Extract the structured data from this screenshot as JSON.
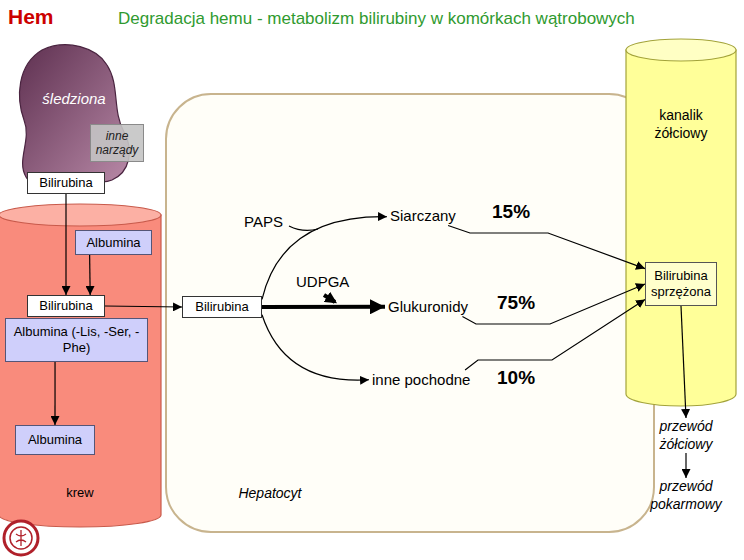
{
  "diagram": {
    "title": "Degradacja hemu - metabolizm bilirubiny w komórkach wątrobowych",
    "nodes": [
      {
        "text": [
          "śledziona"
        ]
      },
      {
        "text": [
          "inne narządy"
        ],
        "in": 0
      },
      {
        "text": [
          "Bilirubina"
        ]
      },
      {
        "text": [
          "krew"
        ]
      },
      {
        "text": [
          "Albumina"
        ],
        "in": 3
      },
      {
        "text": [
          "Bilirubina"
        ],
        "in": 3
      },
      {
        "text": [
          "Albumina (-Lis, -Ser, -Phe)"
        ],
        "in": 3
      },
      {
        "text": [
          "Albumina"
        ],
        "in": 3
      },
      {
        "text": [
          "Hepatocyt"
        ]
      },
      {
        "text": [
          "Bilirubina"
        ],
        "in": 8
      },
      {
        "text": [
          "Siarczany"
        ],
        "in": 8
      },
      {
        "text": [
          "Glukuronidy"
        ],
        "in": 8
      },
      {
        "text": [
          "inne pochodne"
        ],
        "in": 8
      },
      {
        "text": [
          "kanalik żółciowy"
        ]
      },
      {
        "text": [
          "Bilirubina sprzężona"
        ],
        "in": 13
      },
      {
        "text": [
          "przewód żółciowy"
        ]
      },
      {
        "text": [
          "przewód pokarmowy"
        ]
      }
    ],
    "edges": [
      {
        "from": 2,
        "to": 5,
        "arrow": "to"
      },
      {
        "from": 4,
        "to": 5,
        "arrow": "to"
      },
      {
        "from": 6,
        "to": 7,
        "arrow": "to"
      },
      {
        "from": 5,
        "to": 9,
        "arrow": "to"
      },
      {
        "from": 9,
        "to": 10,
        "arrow": "to"
      },
      {
        "from": 9,
        "to": 11,
        "arrow": "to"
      },
      {
        "from": 9,
        "to": 12,
        "arrow": "to"
      },
      {
        "from": 10,
        "to": 14,
        "arrow": "to"
      },
      {
        "from": 11,
        "to": 14,
        "arrow": "to"
      },
      {
        "from": 12,
        "to": 14,
        "arrow": "to"
      },
      {
        "from": 14,
        "to": 15,
        "arrow": "to"
      },
      {
        "from": 15,
        "to": 16,
        "arrow": "to"
      }
    ],
    "labels": [
      "Hem",
      "PAPS",
      "UDPGA",
      "15%",
      "75%",
      "10%"
    ]
  }
}
